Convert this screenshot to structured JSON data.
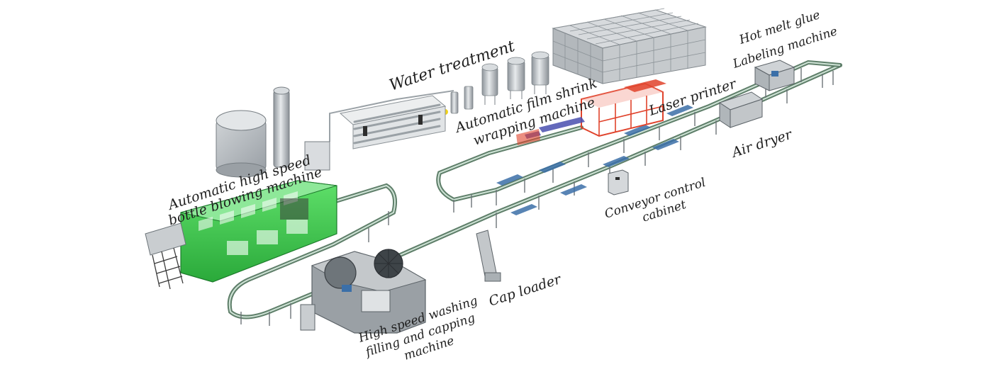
{
  "diagram": {
    "labels": {
      "water_treatment": "Water treatment",
      "film_shrink_1": "Automatic film shrink",
      "film_shrink_2": "wrapping machine",
      "laser_printer": "Laser printer",
      "hot_melt_1": "Hot melt glue",
      "hot_melt_2": "Labeling machine",
      "air_dryer": "Air dryer",
      "conveyor_cabinet_1": "Conveyor control",
      "conveyor_cabinet_2": "cabinet",
      "bottle_blowing_1": "Automatic high speed",
      "bottle_blowing_2": "bottle blowing machine",
      "cap_loader": "Cap loader",
      "washing_filling_1": "High speed washing",
      "washing_filling_2": "filling and capping",
      "washing_filling_3": "machine"
    },
    "colors": {
      "blowing_machine": "#3fcb4b",
      "shrink_machine": "#e0432c",
      "conveyor_rail": "#5f7f6a",
      "steel": "#b9bec3",
      "label_text": "#1f1f1f"
    }
  }
}
